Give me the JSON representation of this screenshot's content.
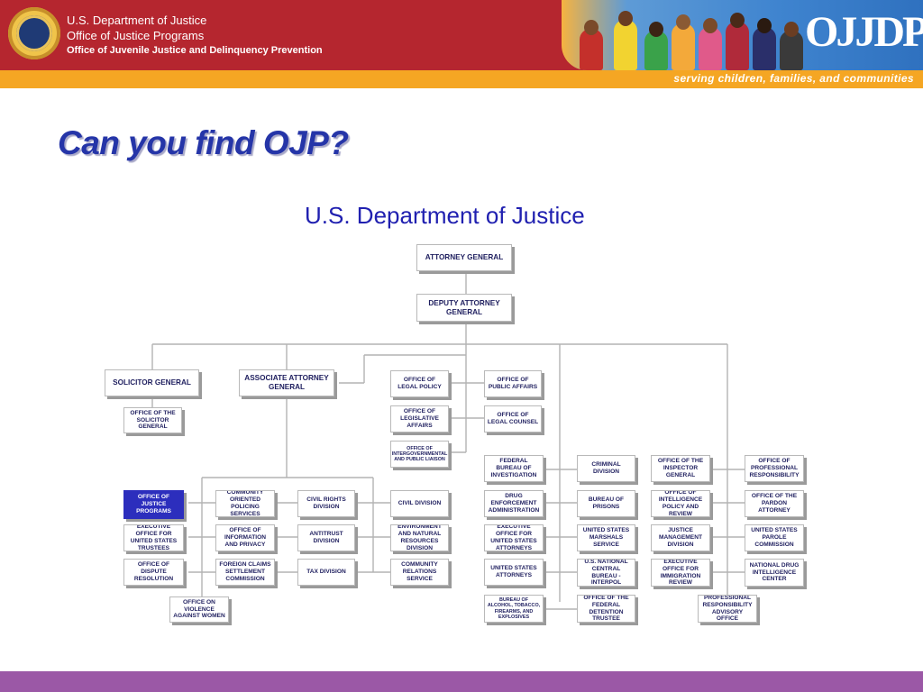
{
  "header": {
    "agency_line1": "U.S. Department of Justice",
    "agency_line2": "Office of Justice Programs",
    "agency_line3": "Office of Juvenile Justice and Delinquency Prevention",
    "logo": "OJJDP",
    "tagline": "serving children, families, and communities"
  },
  "slide_title": "Can you find OJP?",
  "chart_title": "U.S. Department of Justice",
  "org": {
    "attorney_general": "ATTORNEY GENERAL",
    "deputy_attorney_general": "DEPUTY ATTORNEY GENERAL",
    "solicitor_general": "SOLICITOR GENERAL",
    "associate_attorney_general": "ASSOCIATE ATTORNEY GENERAL",
    "office_of_solicitor_general": "OFFICE OF THE SOLICITOR GENERAL",
    "office_of_legal_policy": "OFFICE OF LEGAL POLICY",
    "office_of_public_affairs": "OFFICE OF PUBLIC AFFAIRS",
    "office_of_legislative_affairs": "OFFICE OF LEGISLATIVE AFFAIRS",
    "office_of_legal_counsel": "OFFICE OF LEGAL COUNSEL",
    "office_of_intergovernmental": "OFFICE OF INTERGOVERNMENTAL AND PUBLIC LIAISON",
    "ojp": "OFFICE OF JUSTICE PROGRAMS",
    "eousat": "EXECUTIVE OFFICE FOR UNITED STATES TRUSTEES",
    "dispute_resolution": "OFFICE OF DISPUTE RESOLUTION",
    "violence_against_women": "OFFICE ON VIOLENCE AGAINST WOMEN",
    "cops": "COMMUNITY ORIENTED POLICING SERVICES",
    "info_privacy": "OFFICE OF INFORMATION AND PRIVACY",
    "foreign_claims": "FOREIGN CLAIMS SETTLEMENT COMMISSION",
    "civil_rights": "CIVIL RIGHTS DIVISION",
    "antitrust": "ANTITRUST DIVISION",
    "tax": "TAX DIVISION",
    "civil": "CIVIL DIVISION",
    "environment": "ENVIRONMENT AND NATURAL RESOURCES DIVISION",
    "community_relations": "COMMUNITY RELATIONS SERVICE",
    "fbi": "FEDERAL BUREAU OF INVESTIGATION",
    "dea": "DRUG ENFORCEMENT ADMINISTRATION",
    "eousa": "EXECUTIVE OFFICE FOR UNITED STATES ATTORNEYS",
    "us_attorneys": "UNITED STATES ATTORNEYS",
    "atf": "BUREAU OF ALCOHOL, TOBACCO, FIREARMS, AND EXPLOSIVES",
    "criminal": "CRIMINAL DIVISION",
    "prisons": "BUREAU OF PRISONS",
    "marshals": "UNITED STATES MARSHALS SERVICE",
    "interpol": "U.S. NATIONAL CENTRAL BUREAU - INTERPOL",
    "detention_trustee": "OFFICE OF THE FEDERAL DETENTION TRUSTEE",
    "inspector_general": "OFFICE OF THE INSPECTOR GENERAL",
    "intelligence_policy": "OFFICE OF INTELLIGENCE POLICY AND REVIEW",
    "justice_management": "JUSTICE MANAGEMENT DIVISION",
    "immigration_review": "EXECUTIVE OFFICE FOR IMMIGRATION REVIEW",
    "professional_responsibility_advisory": "PROFESSIONAL RESPONSIBILITY ADVISORY OFFICE",
    "opr": "OFFICE OF PROFESSIONAL RESPONSIBILITY",
    "pardon_attorney": "OFFICE OF THE PARDON ATTORNEY",
    "parole_commission": "UNITED STATES PAROLE COMMISSION",
    "drug_intelligence": "NATIONAL DRUG INTELLIGENCE CENTER"
  },
  "colors": {
    "banner_red": "#b5262f",
    "banner_gold": "#f5a623",
    "title_blue": "#2535a8",
    "highlight_blue": "#2c2ebd",
    "footer_purple": "#9b58a6"
  }
}
